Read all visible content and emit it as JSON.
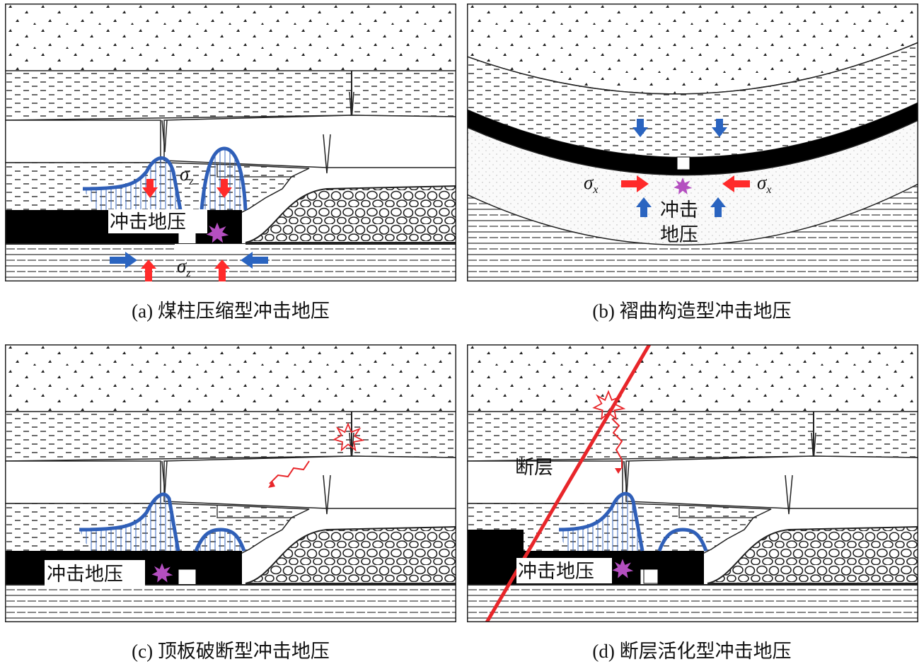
{
  "panels": [
    {
      "id": "a",
      "caption": "(a)  煤柱压缩型冲击地压",
      "event_label": "冲击地压",
      "stress_symbol": "σ",
      "stress_sub": "z",
      "stress_symbol_bottom": "σ",
      "stress_sub_bottom": "z"
    },
    {
      "id": "b",
      "caption": "(b)  褶曲构造型冲击地压",
      "event_label_line1": "冲击",
      "event_label_line2": "地压",
      "stress_symbol": "σ",
      "stress_sub": "x"
    },
    {
      "id": "c",
      "caption": "(c)  顶板破断型冲击地压",
      "event_label": "冲击地压"
    },
    {
      "id": "d",
      "caption": "(d)  断层活化型冲击地压",
      "event_label": "冲击地压",
      "fault_label": "断层"
    }
  ],
  "colors": {
    "stress_curve": "#2f5fb8",
    "arrow_red": "#ff2a2a",
    "arrow_blue": "#2a64c0",
    "burst": "#b44fc0",
    "fault": "#e8262a"
  }
}
